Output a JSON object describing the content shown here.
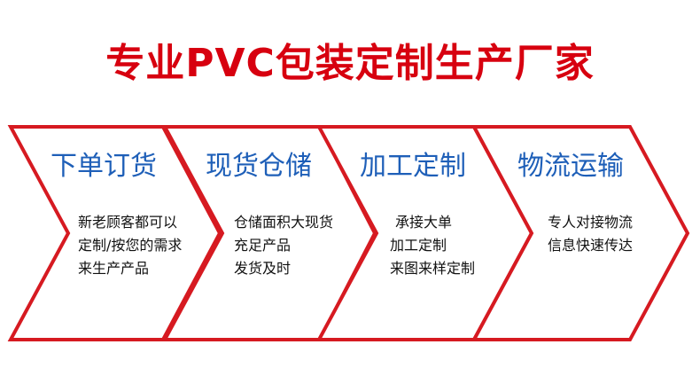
{
  "colors": {
    "title": "#d7000f",
    "step_title": "#1e5fb8",
    "arrow_stroke": "#d61a21",
    "arrow_fill": "#ffffff",
    "body_text": "#111111"
  },
  "title": "专业PVC包装定制生产厂家",
  "steps": [
    {
      "title": "下单订货",
      "lines": [
        "新老顾客都可以",
        "定制/按您的需求",
        "来生产产品"
      ]
    },
    {
      "title": "现货仓储",
      "lines": [
        "仓储面积大现货",
        "充足产品",
        "发货及时"
      ]
    },
    {
      "title": "加工定制",
      "lines": [
        "承接大单",
        "加工定制",
        "来图来样定制"
      ]
    },
    {
      "title": "物流运输",
      "lines": [
        "专人对接物流",
        "信息快速传达"
      ]
    }
  ]
}
